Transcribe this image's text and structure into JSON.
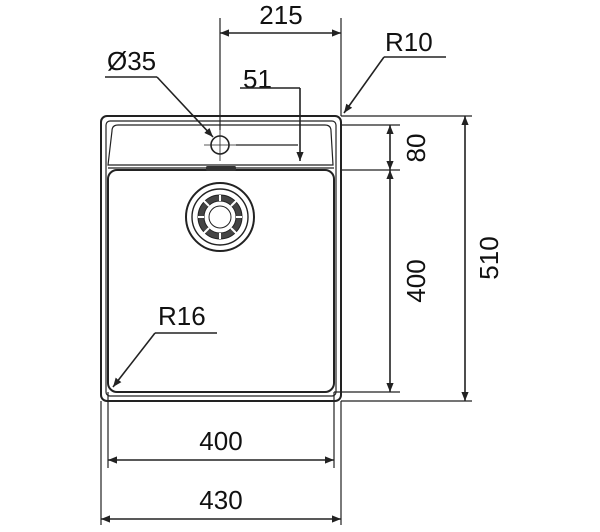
{
  "drawing": {
    "labels": {
      "top_width": "215",
      "tap_hole": "Ø35",
      "tap_offset": "51",
      "outer_radius": "R10",
      "depth_80": "80",
      "depth_400": "400",
      "depth_510": "510",
      "inner_radius": "R16",
      "width_400": "400",
      "width_430": "430"
    }
  }
}
